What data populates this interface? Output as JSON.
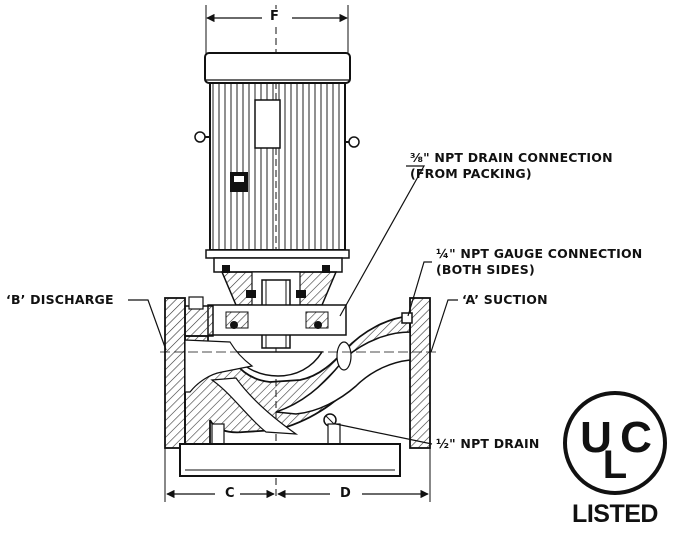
{
  "dimensions": {
    "f": "F",
    "c": "C",
    "d": "D"
  },
  "callouts": {
    "drain_connection_line1": "⅜\" NPT DRAIN CONNECTION",
    "drain_connection_line2": "(FROM PACKING)",
    "gauge_connection_line1": "¼\" NPT GAUGE CONNECTION",
    "gauge_connection_line2": "(BOTH SIDES)",
    "discharge": "‘B’ DISCHARGE",
    "suction": "‘A’ SUCTION",
    "npt_drain": "½\" NPT DRAIN"
  },
  "certification": {
    "mark_letters": [
      "U",
      "L",
      "C"
    ],
    "label": "LISTED"
  },
  "colors": {
    "line": "#111111",
    "hatch": "#333333",
    "background": "#ffffff"
  }
}
